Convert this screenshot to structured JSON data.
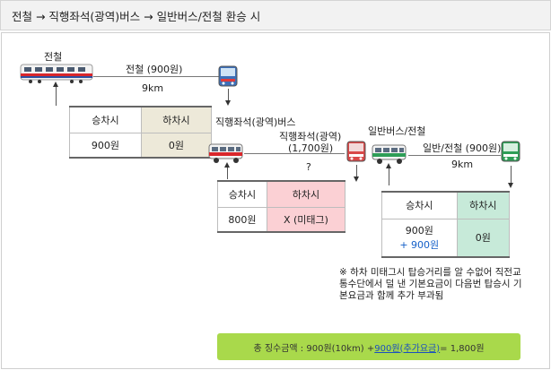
{
  "header": {
    "title": "전철 → 직행좌석(광역)버스 → 일반버스/전철 환승 시"
  },
  "vehicles": {
    "train1_label": "전철",
    "express_bus_label": "직행좌석(광역)버스",
    "regular_bus_label": "일반버스/전철"
  },
  "segments": {
    "seg1_fare": "전철 (900원)",
    "seg1_distance": "9km",
    "seg2_fare_line1": "직행좌석(광역)",
    "seg2_fare_line2": "(1,700원)",
    "seg2_distance": "?",
    "seg3_fare": "일반/전철 (900원)",
    "seg3_distance": "9km"
  },
  "tables": {
    "t1": {
      "board_header": "승차시",
      "alight_header": "하차시",
      "board_value": "900원",
      "alight_value": "0원"
    },
    "t2": {
      "board_header": "승차시",
      "alight_header": "하차시",
      "board_value": "800원",
      "alight_value": "X (미태그)"
    },
    "t3": {
      "board_header": "승차시",
      "alight_header": "하차시",
      "board_value_line1": "900원",
      "board_value_line2": "+ 900원",
      "alight_value": "0원"
    }
  },
  "note": {
    "symbol": "※",
    "text": "하차 미태그시 탑승거리를 알 수없어 직전교통수단에서 덜 낸 기본요금이 다음번 탑승시 기본요금과 함께 추가 부과됨"
  },
  "summary": {
    "prefix": "총 징수금액 : 900원(10km) + ",
    "highlight": "900원(추가요금)",
    "suffix": " = 1,800원"
  },
  "colors": {
    "t1_alight_bg": "#ede9d9",
    "t2_alight_bg": "#fbd0d4",
    "t3_alight_bg": "#c7ead9",
    "summary_bg": "#a9d94b",
    "highlight_blue": "#1a4fbf"
  }
}
